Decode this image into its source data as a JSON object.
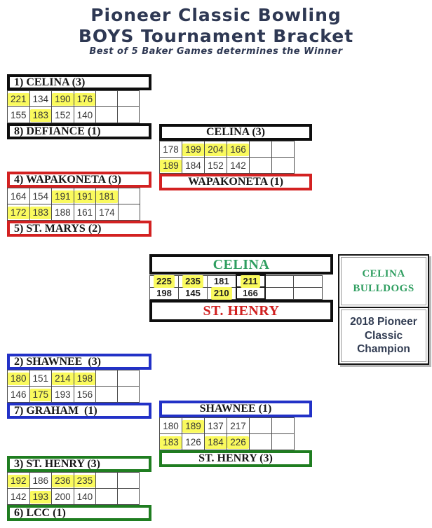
{
  "header": {
    "title_line1": "Pioneer Classic Bowling",
    "title_line2": "BOYS Tournament Bracket",
    "subtitle": "Best of 5 Baker Games determines the Winner"
  },
  "colors": {
    "black": "#0e0e0e",
    "red": "#d32121",
    "blue": "#2231c7",
    "green": "#1f7d20",
    "yellow": "#fafa5e",
    "navy": "#2e3853",
    "green_team": "#2f9e60",
    "red_team": "#d02020"
  },
  "matches": {
    "m1": {
      "top": "1) CELINA (3)",
      "bottom": "8) DEFIANCE (1)",
      "top_border": "#0e0e0e",
      "bottom_border": "#0e0e0e",
      "games": [
        [
          {
            "v": "221",
            "hl": true
          },
          {
            "v": "134"
          },
          {
            "v": "190",
            "hl": true
          },
          {
            "v": "176",
            "hl": true
          },
          {
            "v": ""
          },
          {
            "v": ""
          }
        ],
        [
          {
            "v": "155"
          },
          {
            "v": "183",
            "hl": true
          },
          {
            "v": "152"
          },
          {
            "v": "140"
          },
          {
            "v": ""
          },
          {
            "v": ""
          }
        ]
      ]
    },
    "m2": {
      "top": "4) WAPAKONETA (3)",
      "bottom": "5) ST. MARYS (2)",
      "top_border": "#d32121",
      "bottom_border": "#d32121",
      "games": [
        [
          {
            "v": "164"
          },
          {
            "v": "154"
          },
          {
            "v": "191",
            "hl": true
          },
          {
            "v": "191",
            "hl": true
          },
          {
            "v": "181",
            "hl": true
          },
          {
            "v": ""
          }
        ],
        [
          {
            "v": "172",
            "hl": true
          },
          {
            "v": "183",
            "hl": true
          },
          {
            "v": "188"
          },
          {
            "v": "161"
          },
          {
            "v": "174"
          },
          {
            "v": ""
          }
        ]
      ]
    },
    "m3": {
      "top": "2) SHAWNEE  (3)",
      "bottom": "7) GRAHAM  (1)",
      "top_border": "#2231c7",
      "bottom_border": "#2231c7",
      "games": [
        [
          {
            "v": "180",
            "hl": true
          },
          {
            "v": "151"
          },
          {
            "v": "214",
            "hl": true
          },
          {
            "v": "198",
            "hl": true
          },
          {
            "v": ""
          },
          {
            "v": ""
          }
        ],
        [
          {
            "v": "146"
          },
          {
            "v": "175",
            "hl": true
          },
          {
            "v": "193"
          },
          {
            "v": "156"
          },
          {
            "v": ""
          },
          {
            "v": ""
          }
        ]
      ]
    },
    "m4": {
      "top": "3) ST. HENRY (3)",
      "bottom": "6) LCC (1)",
      "top_border": "#1f7d20",
      "bottom_border": "#1f7d20",
      "games": [
        [
          {
            "v": "192",
            "hl": true
          },
          {
            "v": "186"
          },
          {
            "v": "236",
            "hl": true
          },
          {
            "v": "235",
            "hl": true
          },
          {
            "v": ""
          },
          {
            "v": ""
          }
        ],
        [
          {
            "v": "142"
          },
          {
            "v": "193",
            "hl": true
          },
          {
            "v": "200"
          },
          {
            "v": "140"
          },
          {
            "v": ""
          },
          {
            "v": ""
          }
        ]
      ]
    },
    "sf1": {
      "top": "CELINA (3)",
      "bottom": "WAPAKONETA (1)",
      "top_border": "#0e0e0e",
      "bottom_border": "#d32121",
      "games": [
        [
          {
            "v": "178"
          },
          {
            "v": "199",
            "hl": true
          },
          {
            "v": "204",
            "hl": true
          },
          {
            "v": "166",
            "hl": true
          },
          {
            "v": ""
          },
          {
            "v": ""
          }
        ],
        [
          {
            "v": "189",
            "hl": true
          },
          {
            "v": "184"
          },
          {
            "v": "152"
          },
          {
            "v": "142"
          },
          {
            "v": ""
          },
          {
            "v": ""
          }
        ]
      ]
    },
    "sf2": {
      "top": "SHAWNEE (1)",
      "bottom": "ST. HENRY (3)",
      "top_border": "#2231c7",
      "bottom_border": "#1f7d20",
      "games": [
        [
          {
            "v": "180"
          },
          {
            "v": "189",
            "hl": true
          },
          {
            "v": "137"
          },
          {
            "v": "217"
          },
          {
            "v": ""
          },
          {
            "v": ""
          }
        ],
        [
          {
            "v": "183",
            "hl": true
          },
          {
            "v": "126"
          },
          {
            "v": "184",
            "hl": true
          },
          {
            "v": "226",
            "hl": true
          },
          {
            "v": ""
          },
          {
            "v": ""
          }
        ]
      ]
    },
    "final": {
      "top": "CELINA",
      "bottom": "ST. HENRY",
      "top_border": "#0e0e0e",
      "bottom_border": "#0e0e0e",
      "top_text_color": "#2f9e60",
      "bottom_text_color": "#d02020",
      "games": [
        [
          {
            "v": "225",
            "hl": true
          },
          {
            "v": "235",
            "hl": true
          },
          {
            "v": "181"
          },
          {
            "v": "211",
            "hl": true
          },
          {
            "v": ""
          },
          {
            "v": ""
          }
        ],
        [
          {
            "v": "198"
          },
          {
            "v": "145"
          },
          {
            "v": "210",
            "hl": true
          },
          {
            "v": "166"
          },
          {
            "v": ""
          },
          {
            "v": ""
          }
        ]
      ]
    }
  },
  "champion": {
    "team": "CELINA BULLDOGS",
    "caption": "2018 Pioneer Classic Champion"
  }
}
